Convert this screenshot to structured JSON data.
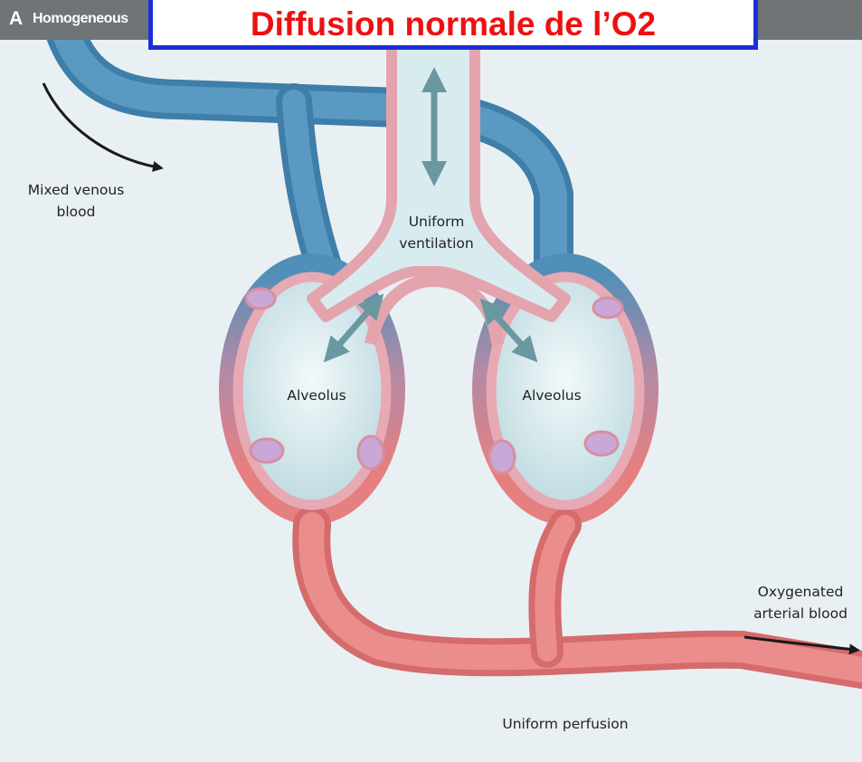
{
  "header": {
    "panel_letter": "A",
    "panel_text": "Homogeneous"
  },
  "title": "Diffusion normale de l’O2",
  "labels": {
    "mixed_venous_line1": "Mixed venous",
    "mixed_venous_line2": "blood",
    "uniform_ventilation_line1": "Uniform",
    "uniform_ventilation_line2": "ventilation",
    "alveolus_left": "Alveolus",
    "alveolus_right": "Alveolus",
    "oxygenated_line1": "Oxygenated",
    "oxygenated_line2": "arterial blood",
    "uniform_perfusion": "Uniform perfusion"
  },
  "colors": {
    "venous_blue": "#4f8fb8",
    "arterial_red": "#e67f7f",
    "alveolar_fill": "#d8ebee",
    "epithelium_pink": "#eec2c8",
    "title_red": "#ee1010",
    "title_border": "#1c2fd6",
    "header_gray": "#6f7477"
  }
}
